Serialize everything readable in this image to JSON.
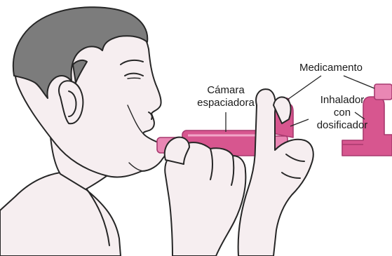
{
  "labels": {
    "spacer": {
      "line1": "Cámara",
      "line2": "espaciadora"
    },
    "medicine": "Medicamento",
    "inhaler": {
      "line1": "Inhalador",
      "line2": "con",
      "line3": "dosificador"
    }
  },
  "colors": {
    "device_pink": "#d7568f",
    "device_pink_light": "#e987b4",
    "device_pink_dark": "#a8386e",
    "skin": "#f6eef0",
    "hair": "#7c7c7c",
    "outline": "#262626"
  }
}
